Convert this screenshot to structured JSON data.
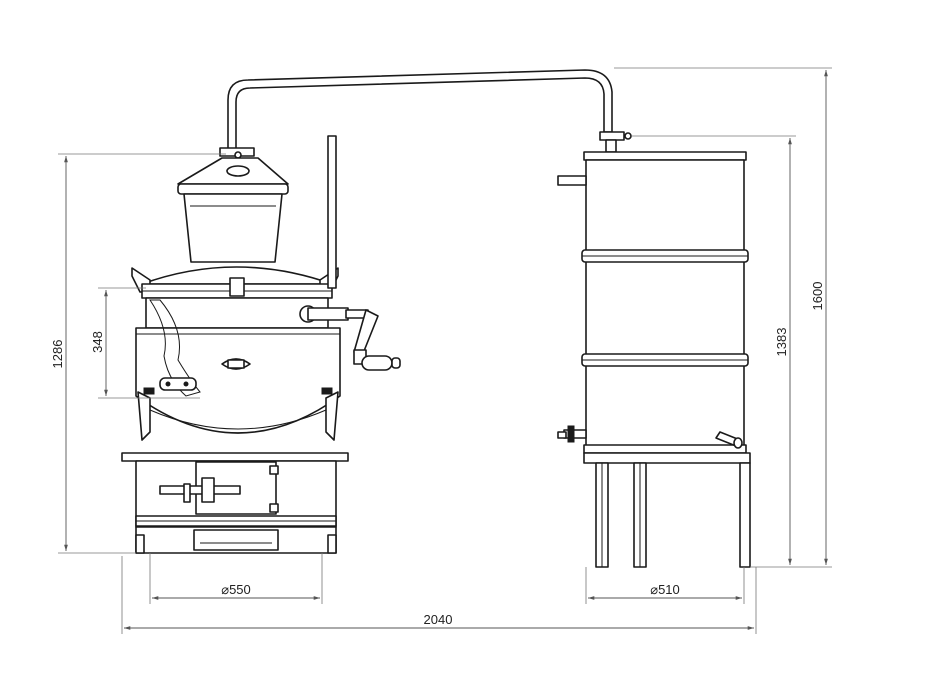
{
  "dimensions": {
    "total_height_left": "1286",
    "boiler_height": "348",
    "boiler_diameter": "550",
    "tank_diameter": "510",
    "tank_height": "1383",
    "overall_height": "1600",
    "overall_width": "2040",
    "diameter_symbol": "⌀"
  },
  "colors": {
    "line": "#1a1a1a",
    "dimension": "#555555",
    "background": "#ffffff"
  }
}
